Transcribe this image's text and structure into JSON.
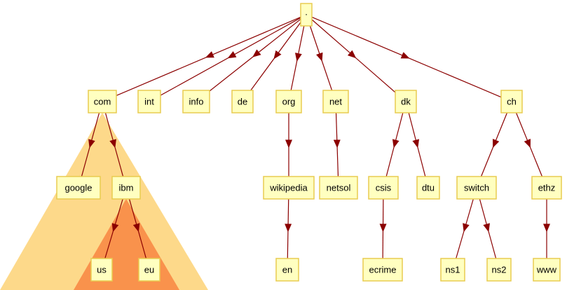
{
  "colors": {
    "node_fill": "#ffffc0",
    "node_border": "#e8cc50",
    "edge": "#8b0000",
    "zone_outer": "#fdd98a",
    "zone_inner": "#f9924c"
  },
  "nodes": [
    {
      "id": "root",
      "label": "."
    },
    {
      "id": "com",
      "label": "com"
    },
    {
      "id": "int",
      "label": "int"
    },
    {
      "id": "info",
      "label": "info"
    },
    {
      "id": "de",
      "label": "de"
    },
    {
      "id": "org",
      "label": "org"
    },
    {
      "id": "net",
      "label": "net"
    },
    {
      "id": "dk",
      "label": "dk"
    },
    {
      "id": "ch",
      "label": "ch"
    },
    {
      "id": "google",
      "label": "google"
    },
    {
      "id": "ibm",
      "label": "ibm"
    },
    {
      "id": "wikipedia",
      "label": "wikipedia"
    },
    {
      "id": "netsol",
      "label": "netsol"
    },
    {
      "id": "csis",
      "label": "csis"
    },
    {
      "id": "dtu",
      "label": "dtu"
    },
    {
      "id": "switch",
      "label": "switch"
    },
    {
      "id": "ethz",
      "label": "ethz"
    },
    {
      "id": "us",
      "label": "us"
    },
    {
      "id": "eu",
      "label": "eu"
    },
    {
      "id": "en",
      "label": "en"
    },
    {
      "id": "ecrime",
      "label": "ecrime"
    },
    {
      "id": "ns1",
      "label": "ns1"
    },
    {
      "id": "ns2",
      "label": "ns2"
    },
    {
      "id": "www",
      "label": "www"
    }
  ],
  "edges": [
    [
      "root",
      "com"
    ],
    [
      "root",
      "int"
    ],
    [
      "root",
      "info"
    ],
    [
      "root",
      "de"
    ],
    [
      "root",
      "org"
    ],
    [
      "root",
      "net"
    ],
    [
      "root",
      "dk"
    ],
    [
      "root",
      "ch"
    ],
    [
      "com",
      "google"
    ],
    [
      "com",
      "ibm"
    ],
    [
      "ibm",
      "us"
    ],
    [
      "ibm",
      "eu"
    ],
    [
      "org",
      "wikipedia"
    ],
    [
      "wikipedia",
      "en"
    ],
    [
      "net",
      "netsol"
    ],
    [
      "dk",
      "csis"
    ],
    [
      "dk",
      "dtu"
    ],
    [
      "csis",
      "ecrime"
    ],
    [
      "ch",
      "switch"
    ],
    [
      "ch",
      "ethz"
    ],
    [
      "switch",
      "ns1"
    ],
    [
      "switch",
      "ns2"
    ],
    [
      "ethz",
      "www"
    ]
  ],
  "zones": [
    {
      "id": "com-zone",
      "apex": "com",
      "color": "zone_outer"
    },
    {
      "id": "ibm-zone",
      "apex": "ibm",
      "color": "zone_inner"
    }
  ]
}
